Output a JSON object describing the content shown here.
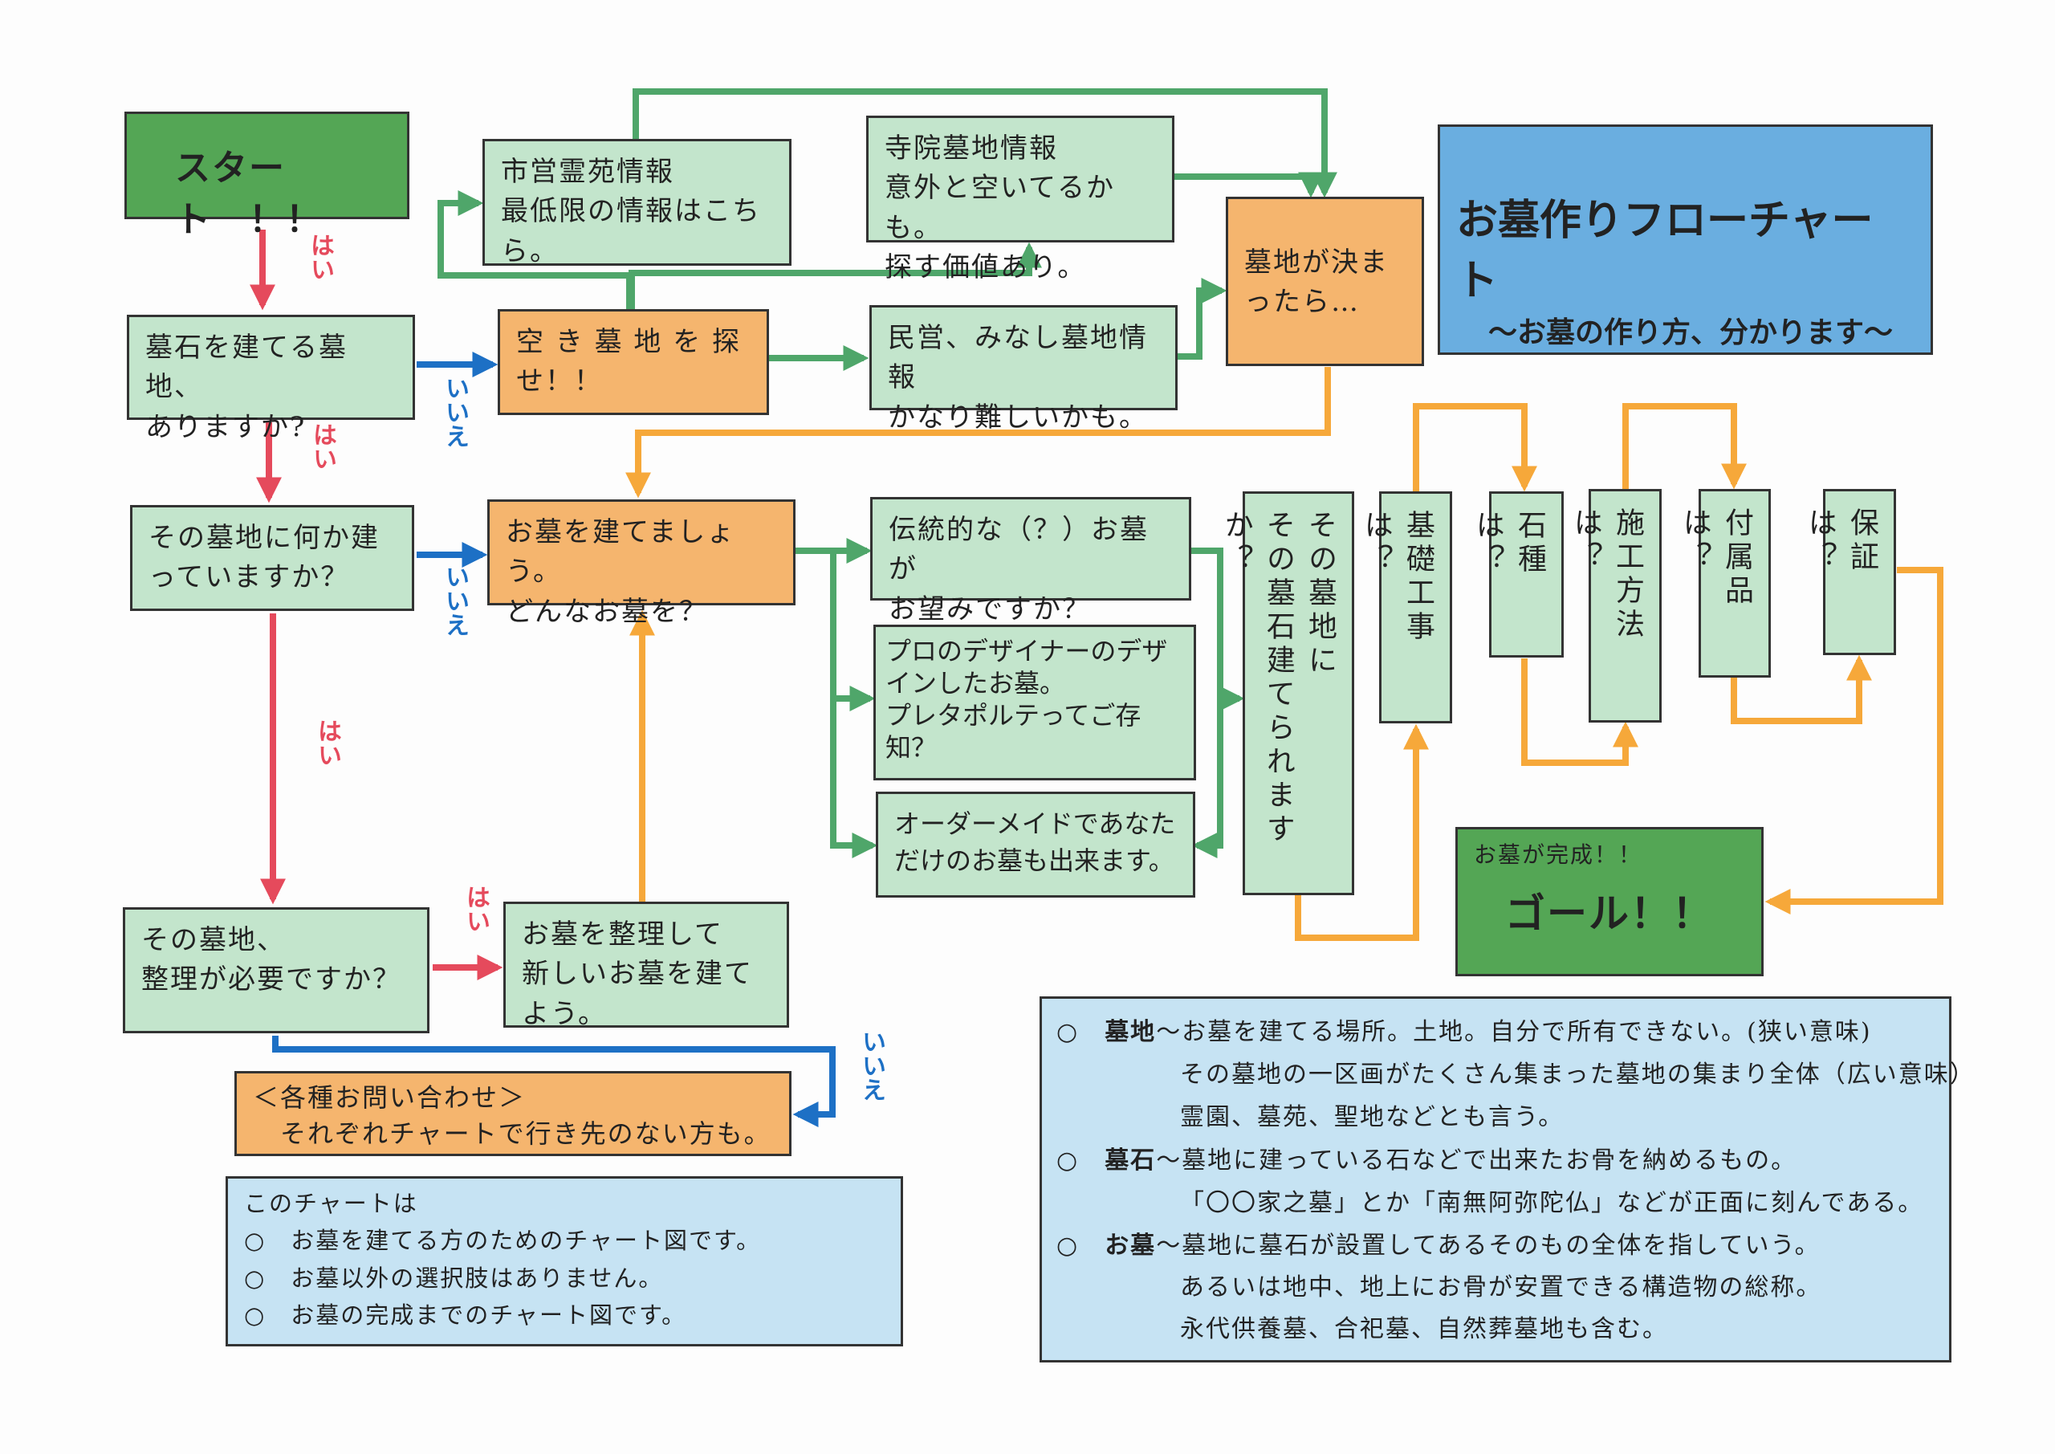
{
  "title": {
    "main": "お墓作りフローチャート",
    "sub": "～お墓の作り方、分かります～"
  },
  "nodes": {
    "start": "スタート　！！",
    "q1": "墓石を建てる墓地、\nありますか?",
    "q2": "その墓地に何か建\nっていますか？",
    "q3": "その墓地、\n整理が必要ですか？",
    "search": "空 き 墓 地 を 探\nせ！！",
    "shiei": "市営霊苑情報\n最低限の情報はこち\nら。",
    "jiin": "寺院墓地情報\n意外と空いてるかも。\n探す価値あり。",
    "minei": "民営、みなし墓地情報\nかなり難しいかも。",
    "decided": "墓地が決ま\nったら…",
    "build": "お墓を建てましょう。\nどんなお墓を？",
    "traditional": "伝統的な（？）お墓が\nお望みですか？",
    "designer": "プロのデザイナーのデザ\nインしたお墓。\nプレタポルテってご存\n知？",
    "ordermade": "オーダーメイドであなた\nだけのお墓も出来ます。",
    "reorganize": "お墓を整理して\n新しいお墓を建て\nよう。",
    "inquiry": "＜各種お問い合わせ＞\n　それぞれチャートで行き先のない方も。",
    "canbuild": "その墓地に\nその墓石建てられますか？",
    "foundation": "基礎工事は？",
    "stone": "石種は？",
    "method": "施工方法は？",
    "accessories": "付属品は？",
    "warranty": "保証は？",
    "goal_small": "お墓が完成！！",
    "goal": "ゴール！！"
  },
  "labels": {
    "yes": "はい",
    "no": "いいえ"
  },
  "note": {
    "heading": "このチャートは",
    "items": [
      "○　お墓を建てる方のためのチャート図です。",
      "○　お墓以外の選択肢はありません。",
      "○　お墓の完成までのチャート図です。"
    ]
  },
  "definitions": [
    {
      "bullet": "○",
      "term": "墓地",
      "lines": [
        "～お墓を建てる場所。土地。自分で所有できない。(狭い意味)",
        "その墓地の一区画がたくさん集まった墓地の集まり全体（広い意味）",
        "霊園、墓苑、聖地などとも言う。"
      ]
    },
    {
      "bullet": "○",
      "term": "墓石",
      "lines": [
        "～墓地に建っている石などで出来たお骨を納めるもの。",
        "「〇〇家之墓」とか「南無阿弥陀仏」などが正面に刻んである。"
      ]
    },
    {
      "bullet": "○",
      "term": "お墓",
      "lines": [
        "～墓地に墓石が設置してあるそのもの全体を指していう。",
        "あるいは地中、地上にお骨が安置できる構造物の総称。",
        "永代供養墓、合祀墓、自然葬墓地も含む。"
      ]
    }
  ],
  "colors": {
    "red": "#e54a5c",
    "blue": "#1d70c5",
    "green": "#4fa66a",
    "orange": "#f6a83a"
  }
}
